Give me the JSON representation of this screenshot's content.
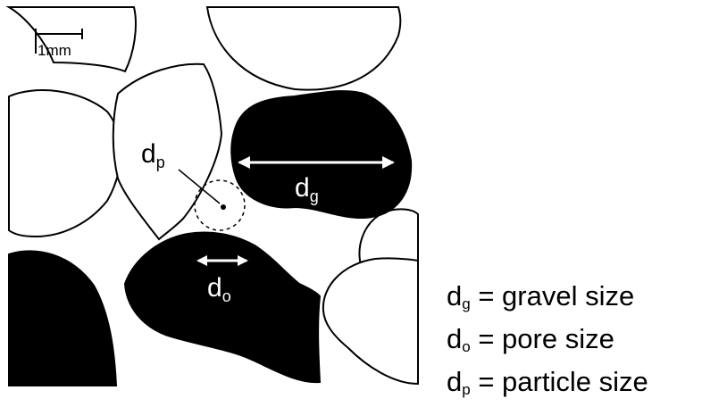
{
  "scale_bar": {
    "label": "1mm"
  },
  "diagram_labels": {
    "pore_gap": "d",
    "pore_gap_sub": "p",
    "gravel": "d",
    "gravel_sub": "g",
    "pore": "d",
    "pore_sub": "o"
  },
  "legend": [
    {
      "symbol": "d",
      "sub": "g",
      "text": " = gravel size"
    },
    {
      "symbol": "d",
      "sub": "o",
      "text": " = pore size"
    },
    {
      "symbol": "d",
      "sub": "p",
      "text": " = particle size"
    }
  ],
  "colors": {
    "solid_grain": "#000000",
    "open_grain": "#ffffff",
    "outline": "#000000"
  }
}
